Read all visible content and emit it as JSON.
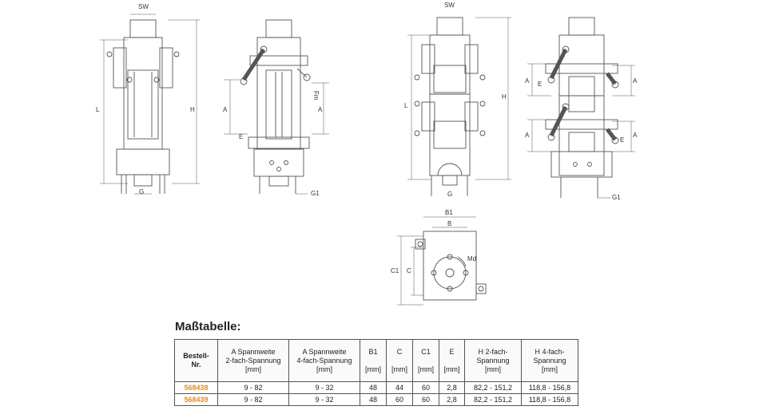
{
  "drawing": {
    "labels": {
      "sw": "SW",
      "l": "L",
      "h": "H",
      "g": "G",
      "g1": "G1",
      "a": "A",
      "e": "E",
      "b": "B",
      "b1": "B1",
      "c": "C",
      "c1": "C1",
      "md": "Md",
      "fm": "Fm"
    }
  },
  "table": {
    "title": "Maßtabelle:",
    "headers": [
      [
        "Bestell-",
        "Nr."
      ],
      [
        "A Spannweite",
        "2-fach-Spannung",
        "[mm]"
      ],
      [
        "A Spannweite",
        "4-fach-Spannung",
        "[mm]"
      ],
      [
        "B1",
        "",
        "[mm]"
      ],
      [
        "C",
        "",
        "[mm]"
      ],
      [
        "C1",
        "",
        "[mm]"
      ],
      [
        "E",
        "",
        "[mm]"
      ],
      [
        "H 2-fach-",
        "Spannung",
        "[mm]"
      ],
      [
        "H 4-fach-",
        "Spannung",
        "[mm]"
      ]
    ],
    "rows": [
      [
        "568438",
        "9 - 82",
        "9 - 32",
        "48",
        "44",
        "60",
        "2,8",
        "82,2 - 151,2",
        "118,8 - 156,8"
      ],
      [
        "568439",
        "9 - 82",
        "9 - 32",
        "48",
        "60",
        "60",
        "2,8",
        "82,2 - 151,2",
        "118,8 - 156,8"
      ]
    ],
    "accent_color": "#f08c00"
  }
}
